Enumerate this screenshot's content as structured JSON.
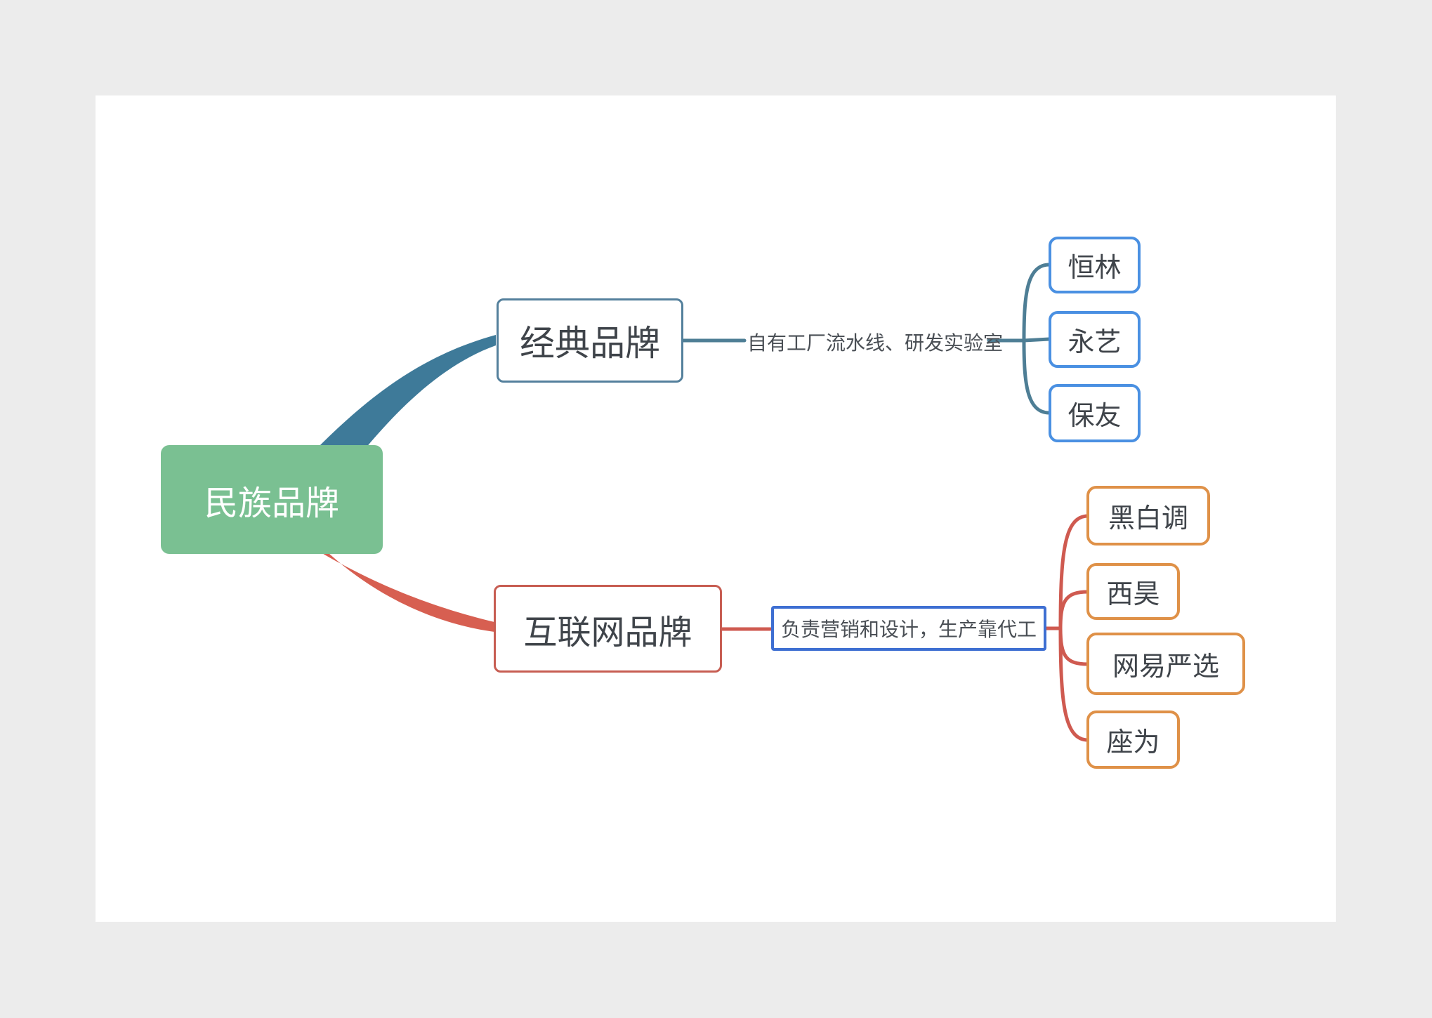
{
  "mindmap": {
    "root": {
      "label": "民族品牌"
    },
    "branches": [
      {
        "topic": {
          "label": "经典品牌"
        },
        "note": {
          "label": "自有工厂流水线、研发实验室"
        },
        "children": [
          {
            "label": "恒林"
          },
          {
            "label": "永艺"
          },
          {
            "label": "保友"
          }
        ]
      },
      {
        "topic": {
          "label": "互联网品牌"
        },
        "note": {
          "label": "负责营销和设计，生产靠代工"
        },
        "children": [
          {
            "label": "黑白调"
          },
          {
            "label": "西昊"
          },
          {
            "label": "网易严选"
          },
          {
            "label": "座为"
          }
        ]
      }
    ]
  },
  "colors": {
    "page_background": "#ececec",
    "canvas_background": "#ffffff",
    "root_fill": "#7ac092",
    "root_text": "#ffffff",
    "classic_branch_curve": "#3e7a99",
    "classic_topic_border": "#54809c",
    "classic_child_border": "#4a90e2",
    "internet_branch_curve": "#d75f51",
    "internet_topic_border": "#c75d52",
    "internet_child_border": "#df9148",
    "selected_note_border": "#3e6fd2",
    "node_text": "#3f444a"
  }
}
